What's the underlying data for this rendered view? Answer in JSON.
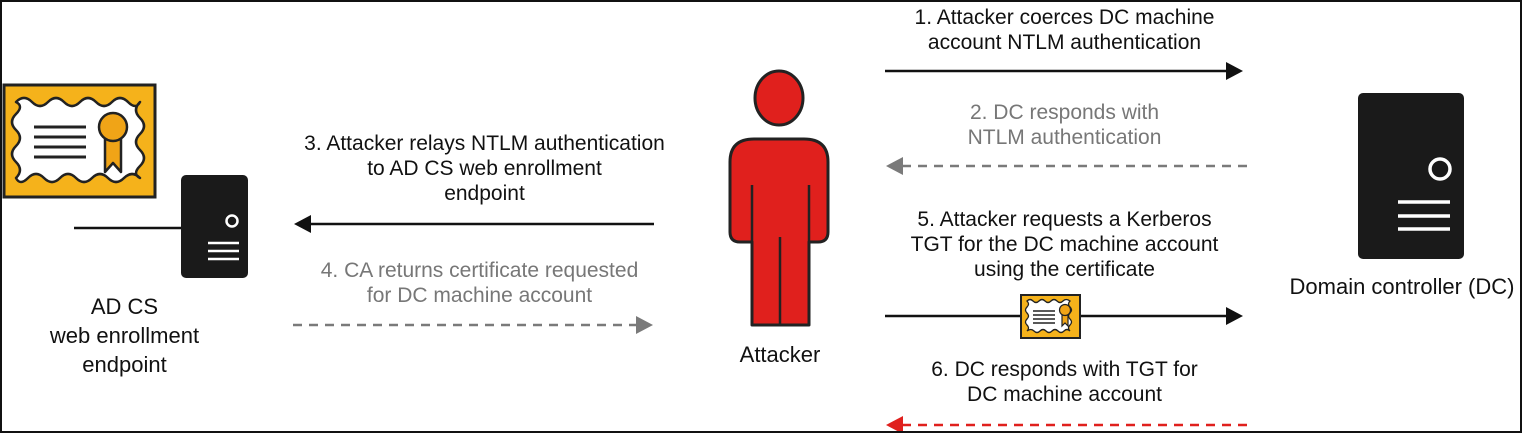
{
  "colors": {
    "solid_arrow": "#111111",
    "gray_arrow": "#7a7a7a",
    "red_arrow": "#e0201d",
    "attacker_fill": "#e0201d",
    "certificate_gold": "#f5b21b",
    "certificate_seal": "#f0a417",
    "server_fill": "#1a1a1a"
  },
  "nodes": {
    "adcs": {
      "label": "AD CS\nweb enrollment\nendpoint",
      "icon": "certificate-server-icon"
    },
    "attacker": {
      "label": "Attacker",
      "icon": "person-icon"
    },
    "dc": {
      "label": "Domain controller (DC)",
      "icon": "server-icon"
    }
  },
  "steps": [
    {
      "num": 1,
      "text": "1. Attacker coerces DC machine\naccount NTLM authentication",
      "direction": "attacker-to-dc",
      "style": "solid-black"
    },
    {
      "num": 2,
      "text": "2. DC responds with\nNTLM authentication",
      "direction": "dc-to-attacker",
      "style": "dashed-gray"
    },
    {
      "num": 3,
      "text": "3. Attacker relays NTLM authentication\nto AD CS web enrollment\nendpoint",
      "direction": "attacker-to-adcs",
      "style": "solid-black"
    },
    {
      "num": 4,
      "text": "4. CA returns certificate requested\nfor DC machine account",
      "direction": "adcs-to-attacker",
      "style": "dashed-gray"
    },
    {
      "num": 5,
      "text": "5. Attacker requests a Kerberos\nTGT for the DC machine account\nusing the certificate",
      "direction": "attacker-to-dc",
      "style": "solid-black",
      "carries": "certificate-icon"
    },
    {
      "num": 6,
      "text": "6. DC responds with TGT for\nDC machine account",
      "direction": "dc-to-attacker",
      "style": "dashed-red"
    }
  ]
}
